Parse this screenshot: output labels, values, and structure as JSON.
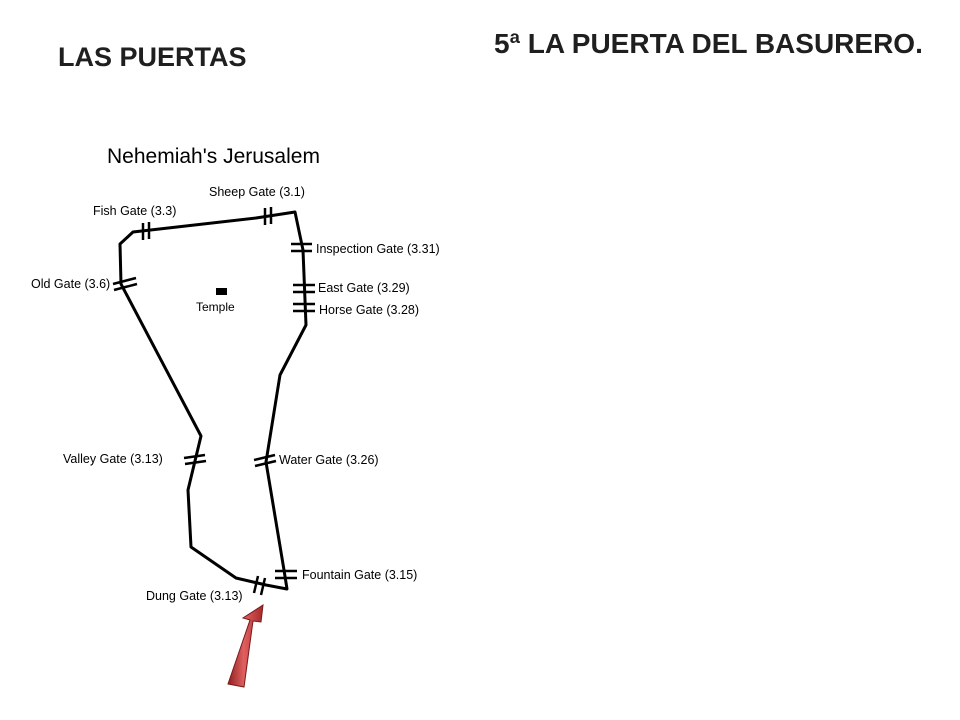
{
  "slide": {
    "left_title": "LAS PUERTAS",
    "right_title": "5ª LA PUERTA DEL BASURERO."
  },
  "map": {
    "title": "Nehemiah's Jerusalem",
    "temple_label": "Temple",
    "gates": {
      "sheep": "Sheep Gate (3.1)",
      "fish": "Fish Gate (3.3)",
      "inspection": "Inspection Gate (3.31)",
      "old": "Old Gate (3.6)",
      "east": "East Gate (3.29)",
      "horse": "Horse Gate (3.28)",
      "valley": "Valley Gate (3.13)",
      "water": "Water Gate (3.26)",
      "fountain": "Fountain Gate (3.15)",
      "dung": "Dung Gate (3.13)"
    }
  },
  "colors": {
    "wall": "#000000",
    "arrow": "#c0392b",
    "title_text": "#1f1f1f"
  }
}
